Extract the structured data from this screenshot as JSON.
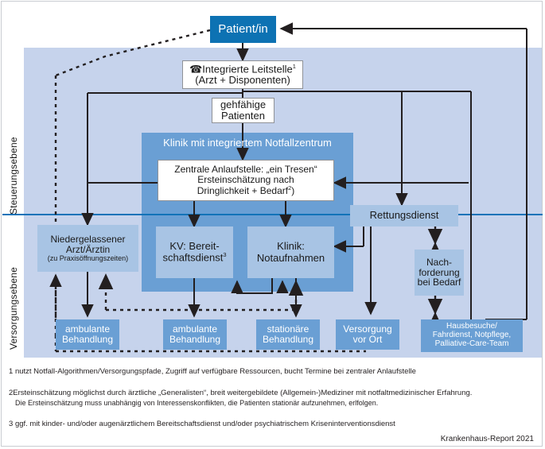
{
  "figure": {
    "credit": "Krankenhaus-Report 2021"
  },
  "axis_labels": {
    "steering": "Steuerungsebene",
    "provision": "Versorgungsebene"
  },
  "colors": {
    "dark_blue": "#0d72b3",
    "mid_blue": "#6a9fd4",
    "light_blue": "#a8c4e4",
    "panel_bg": "#c6d3ec",
    "divider": "#1273b8",
    "line": "#231f20"
  },
  "nodes": {
    "patient": {
      "label": "Patient/in"
    },
    "leitstelle": {
      "icon": "telephone-icon",
      "icon_glyph": "☎",
      "line1": "Integrierte Leitstelle",
      "sup1": "1",
      "line2": "(Arzt + Disponenten)"
    },
    "gehfaehige": {
      "line1": "gehfähige",
      "line2": "Patienten"
    },
    "klinik_header": {
      "label": "Klinik mit integriertem Notfallzentrum"
    },
    "anlaufstelle": {
      "line1": "Zentrale Anlaufstelle: „ein Tresen“",
      "line2": "Ersteinschätzung nach",
      "line3": "Dringlichkeit + Bedarf",
      "sup3": "2",
      "line3_tail": ")"
    },
    "niedergelassener": {
      "line1": "Niedergelassener",
      "line2": "Arzt/Ärztin",
      "line3": "(zu Praxisöffnungszeiten)"
    },
    "kv": {
      "line1": "KV: Bereit-",
      "line2": "schaftsdienst",
      "sup": "3"
    },
    "notaufnahme": {
      "line1": "Klinik:",
      "line2": "Notaufnahmen"
    },
    "rettungsdienst": {
      "label": "Rettungsdienst"
    },
    "nachforderung": {
      "line1": "Nach-",
      "line2": "forderung",
      "line3": "bei Bedarf"
    },
    "ambulante1": {
      "line1": "ambulante",
      "line2": "Behandlung"
    },
    "ambulante2": {
      "line1": "ambulante",
      "line2": "Behandlung"
    },
    "stationaere": {
      "line1": "stationäre",
      "line2": "Behandlung"
    },
    "vorort": {
      "line1": "Versorgung",
      "line2": "vor Ort"
    },
    "hausbesuche": {
      "line1": "Hausbesuche/",
      "line2": "Fahrdienst, Notpflege,",
      "line3": "Palliative-Care-Team"
    }
  },
  "footnotes": [
    {
      "marker": "1",
      "lines": [
        "nutzt Notfall-Algorithmen/Versorgungspfade, Zugriff auf verfügbare Ressourcen, bucht Termine bei zentraler Anlaufstelle"
      ]
    },
    {
      "marker": "2",
      "lines": [
        "Ersteinschätzung möglichst durch ärztliche „Generalisten“, breit weitergebildete (Allgemein-)Mediziner mit notfaltmedizinischer Erfahrung.",
        "Die Ersteinschätzung muss unabhängig von Interessenskonflikten, die Patienten stationär aufzunehmen, erlfolgen."
      ]
    },
    {
      "marker": "3",
      "lines": [
        "ggf. mit kinder- und/oder augenärztlichem Bereitschaftsdienst und/oder psychiatrischem Kriseninterventionsdienst"
      ]
    }
  ]
}
